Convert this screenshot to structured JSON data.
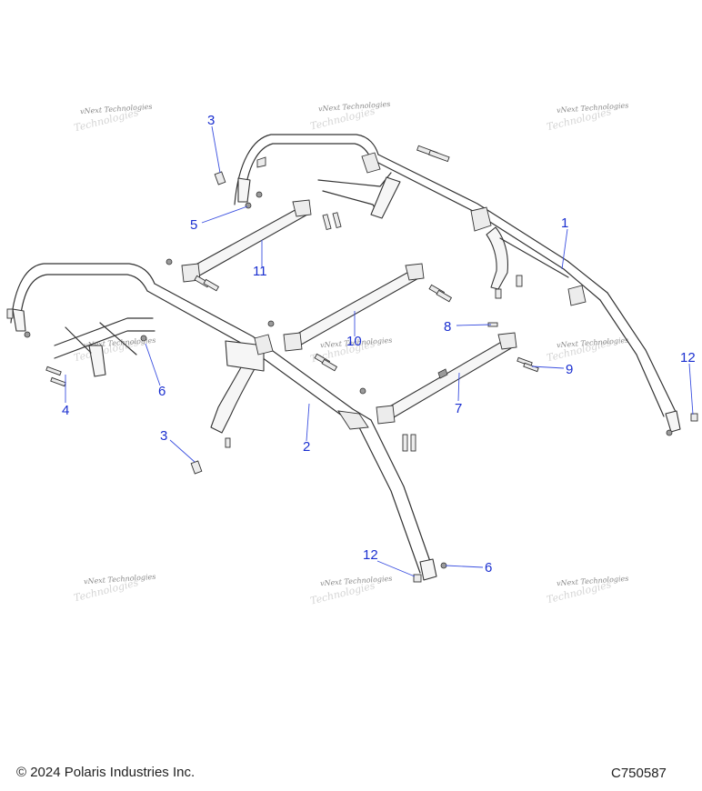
{
  "watermark_text": "vNext Technologies",
  "callouts": [
    "1",
    "2",
    "3",
    "3",
    "4",
    "5",
    "6",
    "6",
    "7",
    "8",
    "9",
    "10",
    "11",
    "12",
    "12"
  ],
  "footer": {
    "copyright": "© 2024 Polaris Industries Inc.",
    "figure_id": "C750587"
  },
  "colors": {
    "callout": "#1a2fd0",
    "line_art": "#333333"
  }
}
